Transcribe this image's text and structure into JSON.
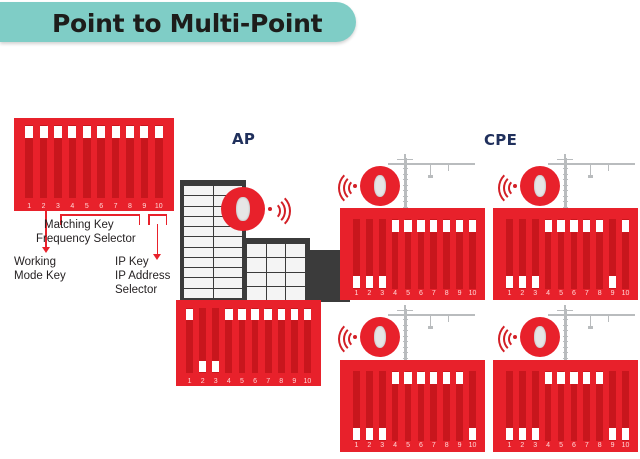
{
  "page": {
    "title": "Point to Multi-Point",
    "background": "#ffffff"
  },
  "colors": {
    "banner": "#7fcdc6",
    "red": "#e8212b",
    "red_dark": "#c8161d",
    "knob": "#ffffff",
    "building": "#3b3b3b",
    "heading": "#20305c",
    "crane": "#b9bcbe",
    "text": "#231f20"
  },
  "legend": {
    "name": "dip-switch-legend",
    "switch_count": 10,
    "numbers": [
      "1",
      "2",
      "3",
      "4",
      "5",
      "6",
      "7",
      "8",
      "9",
      "10"
    ],
    "switch_states": [
      "up",
      "up",
      "up",
      "up",
      "up",
      "up",
      "up",
      "up",
      "up",
      "up"
    ],
    "annotations": [
      {
        "id": "working-mode-key",
        "line1": "Working",
        "line2": "Mode Key",
        "covers": [
          1
        ],
        "marker": "arrow"
      },
      {
        "id": "matching-key",
        "line1": "Matching Key",
        "line2": "Frequency Selector",
        "covers": [
          2,
          3,
          4,
          5,
          6,
          7,
          8
        ],
        "marker": "bracket"
      },
      {
        "id": "ip-key",
        "line1": "IP Key",
        "line2": "IP Address",
        "line3": "Selector",
        "covers": [
          9,
          10
        ],
        "marker": "bracket-arrow"
      }
    ]
  },
  "ap": {
    "label": "AP",
    "device_icon": "wireless-antenna-icon",
    "signal_icon": "wifi-signal-icon",
    "scene_icon": "office-building-icon",
    "dip": {
      "numbers": [
        "1",
        "2",
        "3",
        "4",
        "5",
        "6",
        "7",
        "8",
        "9",
        "10"
      ],
      "switch_states": [
        "up",
        "down",
        "down",
        "up",
        "up",
        "up",
        "up",
        "up",
        "up",
        "up"
      ]
    }
  },
  "cpe": {
    "label": "CPE",
    "units": [
      {
        "id": "cpe-unit-1",
        "device_icon": "wireless-antenna-icon",
        "signal_icon": "wifi-signal-icon",
        "scene_icon": "construction-crane-icon",
        "dip": {
          "numbers": [
            "1",
            "2",
            "3",
            "4",
            "5",
            "6",
            "7",
            "8",
            "9",
            "10"
          ],
          "switch_states": [
            "down",
            "down",
            "down",
            "up",
            "up",
            "up",
            "up",
            "up",
            "up",
            "up"
          ]
        }
      },
      {
        "id": "cpe-unit-2",
        "device_icon": "wireless-antenna-icon",
        "signal_icon": "wifi-signal-icon",
        "scene_icon": "construction-crane-icon",
        "dip": {
          "numbers": [
            "1",
            "2",
            "3",
            "4",
            "5",
            "6",
            "7",
            "8",
            "9",
            "10"
          ],
          "switch_states": [
            "down",
            "down",
            "down",
            "up",
            "up",
            "up",
            "up",
            "up",
            "down",
            "up"
          ]
        }
      },
      {
        "id": "cpe-unit-3",
        "device_icon": "wireless-antenna-icon",
        "signal_icon": "wifi-signal-icon",
        "scene_icon": "construction-crane-icon",
        "dip": {
          "numbers": [
            "1",
            "2",
            "3",
            "4",
            "5",
            "6",
            "7",
            "8",
            "9",
            "10"
          ],
          "switch_states": [
            "down",
            "down",
            "down",
            "up",
            "up",
            "up",
            "up",
            "up",
            "up",
            "down"
          ]
        }
      },
      {
        "id": "cpe-unit-4",
        "device_icon": "wireless-antenna-icon",
        "signal_icon": "wifi-signal-icon",
        "scene_icon": "construction-crane-icon",
        "dip": {
          "numbers": [
            "1",
            "2",
            "3",
            "4",
            "5",
            "6",
            "7",
            "8",
            "9",
            "10"
          ],
          "switch_states": [
            "down",
            "down",
            "down",
            "up",
            "up",
            "up",
            "up",
            "up",
            "down",
            "down"
          ]
        }
      }
    ]
  }
}
